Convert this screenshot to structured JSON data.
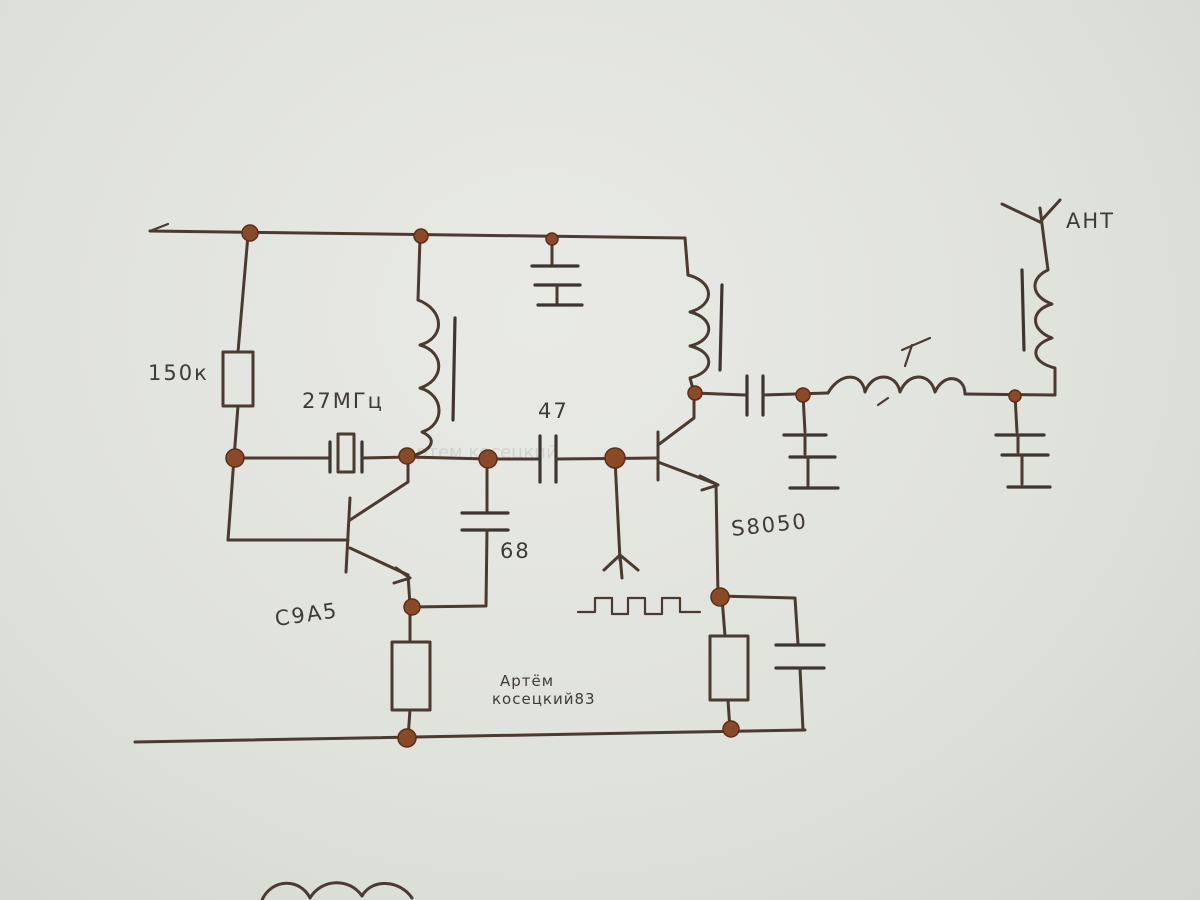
{
  "schematic": {
    "labels": {
      "r1": "150к",
      "crystal": "27МГц",
      "c_coupling": "47",
      "c_feedback": "68",
      "q1": "С9А5",
      "q2": "S8050",
      "antenna": "АНТ",
      "coil": "Т",
      "author_line1": "Артём",
      "author_line2": "косецкий83"
    },
    "watermark": "артем косецкий"
  }
}
